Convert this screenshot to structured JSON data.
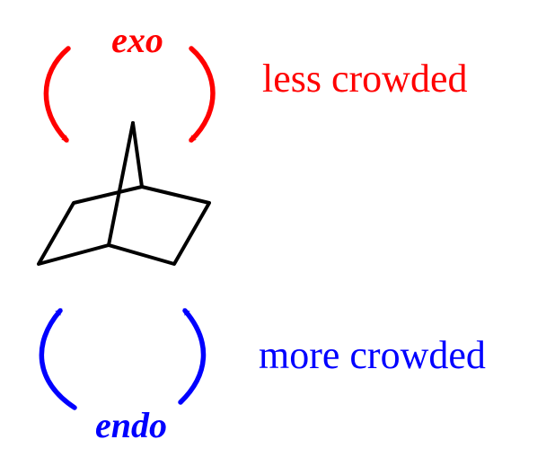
{
  "exo": {
    "label": "exo",
    "description": "less crowded",
    "color": "#ff0000"
  },
  "endo": {
    "label": "endo",
    "description": "more crowded",
    "color": "#0000ff"
  },
  "molecule": {
    "name": "norbornane",
    "bond_color": "#000000"
  }
}
